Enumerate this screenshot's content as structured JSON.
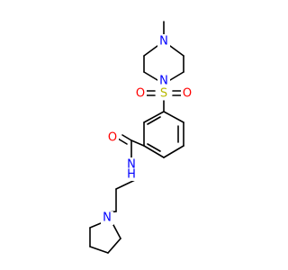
{
  "molecule": {
    "colors": {
      "bond": "#000000",
      "N": "#0000ff",
      "O": "#ff0000",
      "S": "#b8b800",
      "C": "#000000",
      "background": "#ffffff"
    },
    "atoms": [
      {
        "id": "methyl_label",
        "label": "",
        "el": "C"
      },
      {
        "id": "N_pip_top",
        "label": "N",
        "el": "N"
      },
      {
        "id": "N_pip_bottom",
        "label": "N",
        "el": "N"
      },
      {
        "id": "S_sulfonyl",
        "label": "S",
        "el": "S"
      },
      {
        "id": "O_sulfonyl_left",
        "label": "O",
        "el": "O"
      },
      {
        "id": "O_sulfonyl_right",
        "label": "O",
        "el": "O"
      },
      {
        "id": "O_amide",
        "label": "O",
        "el": "O"
      },
      {
        "id": "N_amide",
        "label": "N",
        "el": "N"
      },
      {
        "id": "H_amide",
        "label": "H",
        "el": "N"
      },
      {
        "id": "N_pyrrolidine",
        "label": "N",
        "el": "N"
      }
    ]
  }
}
